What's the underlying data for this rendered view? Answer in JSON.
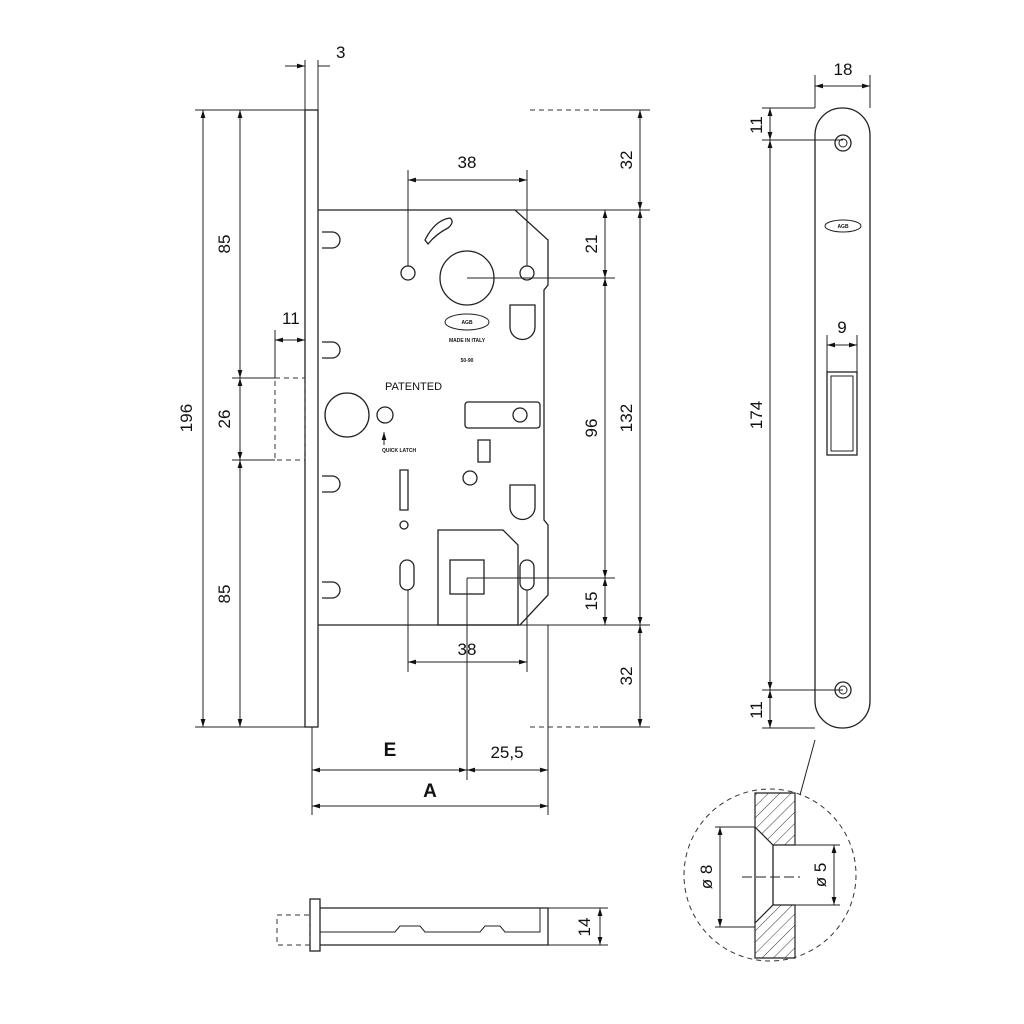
{
  "body_markings": {
    "brand": "AGB",
    "origin": "MADE IN ITALY",
    "backset_range": "50-90",
    "patented": "PATENTED",
    "quick_latch": "QUICK LATCH"
  },
  "strike_plate": {
    "brand": "AGB"
  },
  "dimensions": {
    "faceplate_thickness": "3",
    "total_height": "196",
    "upper_85": "85",
    "latch_26": "26",
    "lower_85": "85",
    "latch_projection": "11",
    "top_38": "38",
    "top_32": "32",
    "d21": "21",
    "d96": "96",
    "d132": "132",
    "d15": "15",
    "bottom_32": "32",
    "bottom_38": "38",
    "E": "E",
    "d25_5": "25,5",
    "A": "A",
    "plate_width": "18",
    "plate_top_11": "11",
    "plate_174": "174",
    "plate_bottom_11": "11",
    "slot_9": "9",
    "counterbore_8": "ø 8",
    "hole_5": "ø 5",
    "bottom_14": "14"
  }
}
